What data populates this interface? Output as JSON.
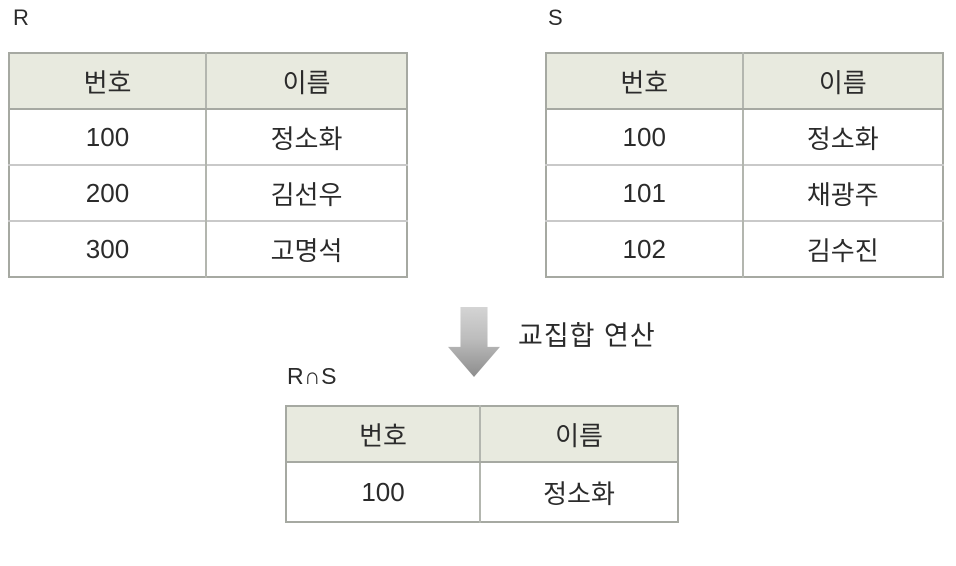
{
  "diagram": {
    "title_semantic": "relational-algebra-intersection",
    "operation_label": "교집합 연산",
    "arrow_icon": "down-arrow"
  },
  "tables": {
    "r": {
      "label": "R",
      "headers": [
        "번호",
        "이름"
      ],
      "rows": [
        [
          "100",
          "정소화"
        ],
        [
          "200",
          "김선우"
        ],
        [
          "300",
          "고명석"
        ]
      ]
    },
    "s": {
      "label": "S",
      "headers": [
        "번호",
        "이름"
      ],
      "rows": [
        [
          "100",
          "정소화"
        ],
        [
          "101",
          "채광주"
        ],
        [
          "102",
          "김수진"
        ]
      ]
    },
    "result": {
      "label": "R∩S",
      "headers": [
        "번호",
        "이름"
      ],
      "rows": [
        [
          "100",
          "정소화"
        ]
      ]
    }
  },
  "colors": {
    "background": "#ffffff",
    "header_bg": "#e8eadf",
    "border_outer": "#a6a9a2",
    "border_inner": "#b3b6af",
    "row_divider": "#c9c9c9",
    "arrow_top": "#d4d4d4",
    "arrow_bottom": "#8d8d8d",
    "text": "#2b2b2b"
  }
}
